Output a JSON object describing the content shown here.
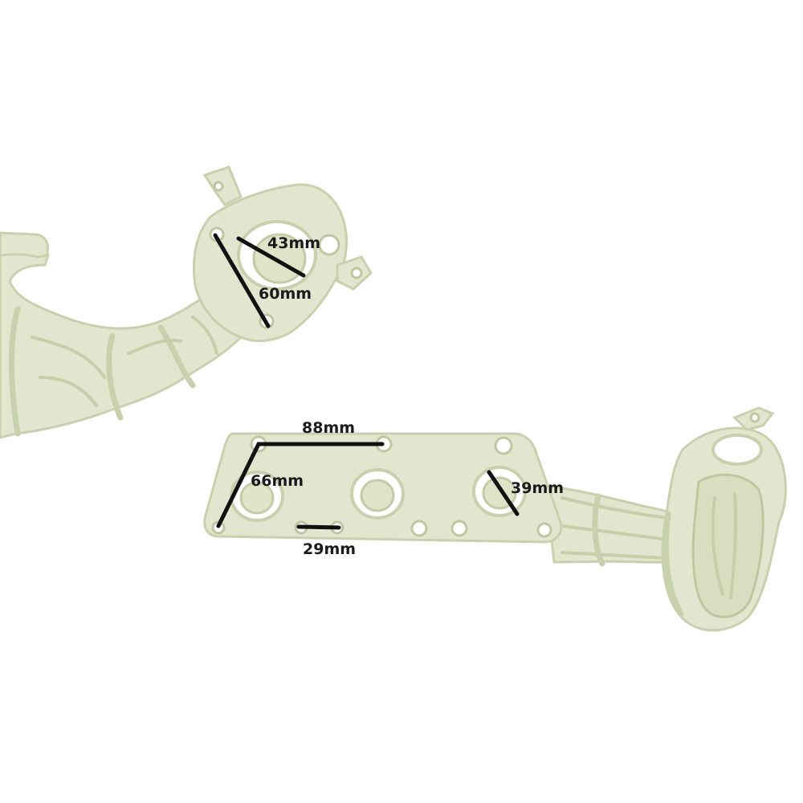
{
  "dimensions": {
    "flange_bolt_spacing": "43mm",
    "flange_diagonal": "60mm",
    "gasket_width": "88mm",
    "gasket_diagonal": "66mm",
    "port_diameter": "39mm",
    "bottom_hole_spacing": "29mm"
  },
  "colors": {
    "part_fill": "#e2e6cf",
    "part_outline": "#c9d0ad",
    "dimension_line": "#111111",
    "label_text": "#1a1a1a",
    "background": "#ffffff"
  }
}
